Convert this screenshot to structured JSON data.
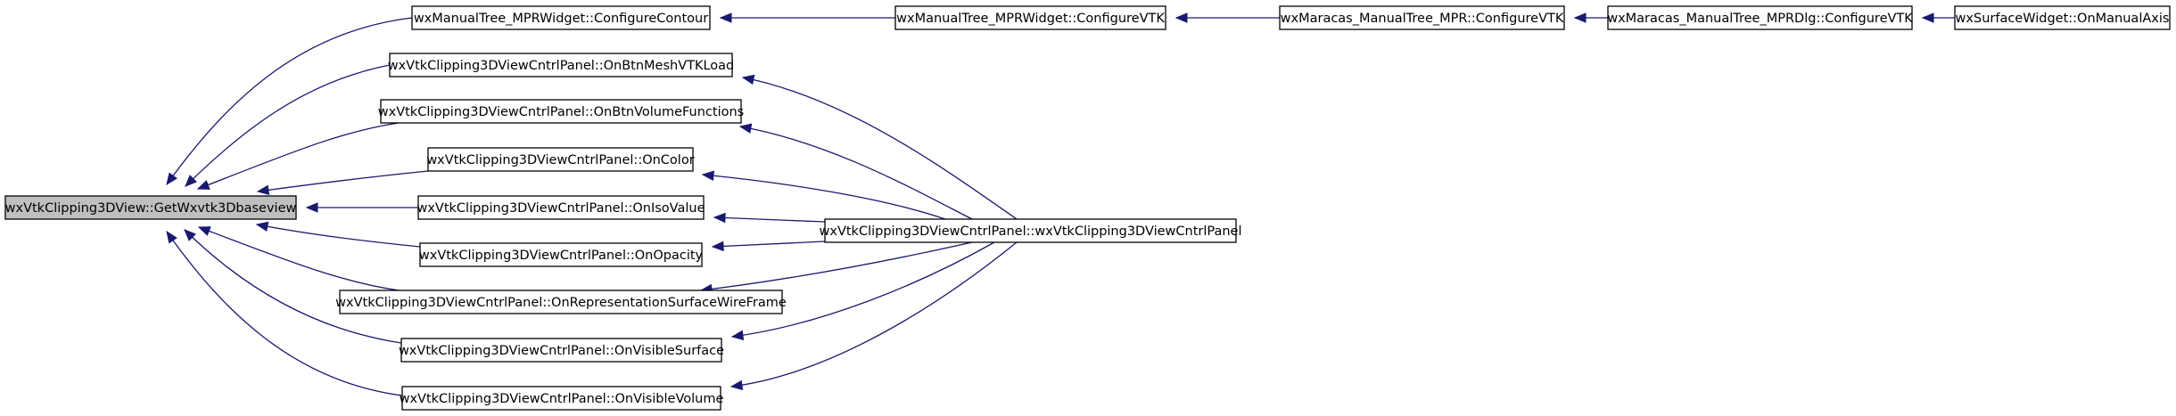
{
  "graph": {
    "nodes": [
      {
        "id": "root",
        "label": "wxVtkClipping3DView::GetWxvtk3Dbaseview",
        "root": true
      },
      {
        "id": "cc",
        "label": "wxManualTree_MPRWidget::ConfigureContour"
      },
      {
        "id": "mesh",
        "label": "wxVtkClipping3DViewCntrlPanel::OnBtnMeshVTKLoad"
      },
      {
        "id": "vol",
        "label": "wxVtkClipping3DViewCntrlPanel::OnBtnVolumeFunctions"
      },
      {
        "id": "color",
        "label": "wxVtkClipping3DViewCntrlPanel::OnColor"
      },
      {
        "id": "iso",
        "label": "wxVtkClipping3DViewCntrlPanel::OnIsoValue"
      },
      {
        "id": "opac",
        "label": "wxVtkClipping3DViewCntrlPanel::OnOpacity"
      },
      {
        "id": "wire",
        "label": "wxVtkClipping3DViewCntrlPanel::OnRepresentationSurfaceWireFrame"
      },
      {
        "id": "vsurf",
        "label": "wxVtkClipping3DViewCntrlPanel::OnVisibleSurface"
      },
      {
        "id": "vvol",
        "label": "wxVtkClipping3DViewCntrlPanel::OnVisibleVolume"
      },
      {
        "id": "cvtk",
        "label": "wxManualTree_MPRWidget::ConfigureVTK"
      },
      {
        "id": "ctor",
        "label": "wxVtkClipping3DViewCntrlPanel::wxVtkClipping3DViewCntrlPanel"
      },
      {
        "id": "mpr",
        "label": "wxMaracas_ManualTree_MPR::ConfigureVTK"
      },
      {
        "id": "dlg",
        "label": "wxMaracas_ManualTree_MPRDlg::ConfigureVTK"
      },
      {
        "id": "axis",
        "label": "wxSurfaceWidget::OnManualAxis"
      }
    ],
    "edges": [
      {
        "from": "cc",
        "to": "root"
      },
      {
        "from": "mesh",
        "to": "root"
      },
      {
        "from": "vol",
        "to": "root"
      },
      {
        "from": "color",
        "to": "root"
      },
      {
        "from": "iso",
        "to": "root"
      },
      {
        "from": "opac",
        "to": "root"
      },
      {
        "from": "wire",
        "to": "root"
      },
      {
        "from": "vsurf",
        "to": "root"
      },
      {
        "from": "vvol",
        "to": "root"
      },
      {
        "from": "cvtk",
        "to": "cc"
      },
      {
        "from": "ctor",
        "to": "mesh"
      },
      {
        "from": "ctor",
        "to": "vol"
      },
      {
        "from": "ctor",
        "to": "color"
      },
      {
        "from": "ctor",
        "to": "iso"
      },
      {
        "from": "ctor",
        "to": "opac"
      },
      {
        "from": "ctor",
        "to": "wire"
      },
      {
        "from": "ctor",
        "to": "vsurf"
      },
      {
        "from": "ctor",
        "to": "vvol"
      },
      {
        "from": "mpr",
        "to": "cvtk"
      },
      {
        "from": "dlg",
        "to": "mpr"
      },
      {
        "from": "axis",
        "to": "dlg"
      }
    ]
  }
}
